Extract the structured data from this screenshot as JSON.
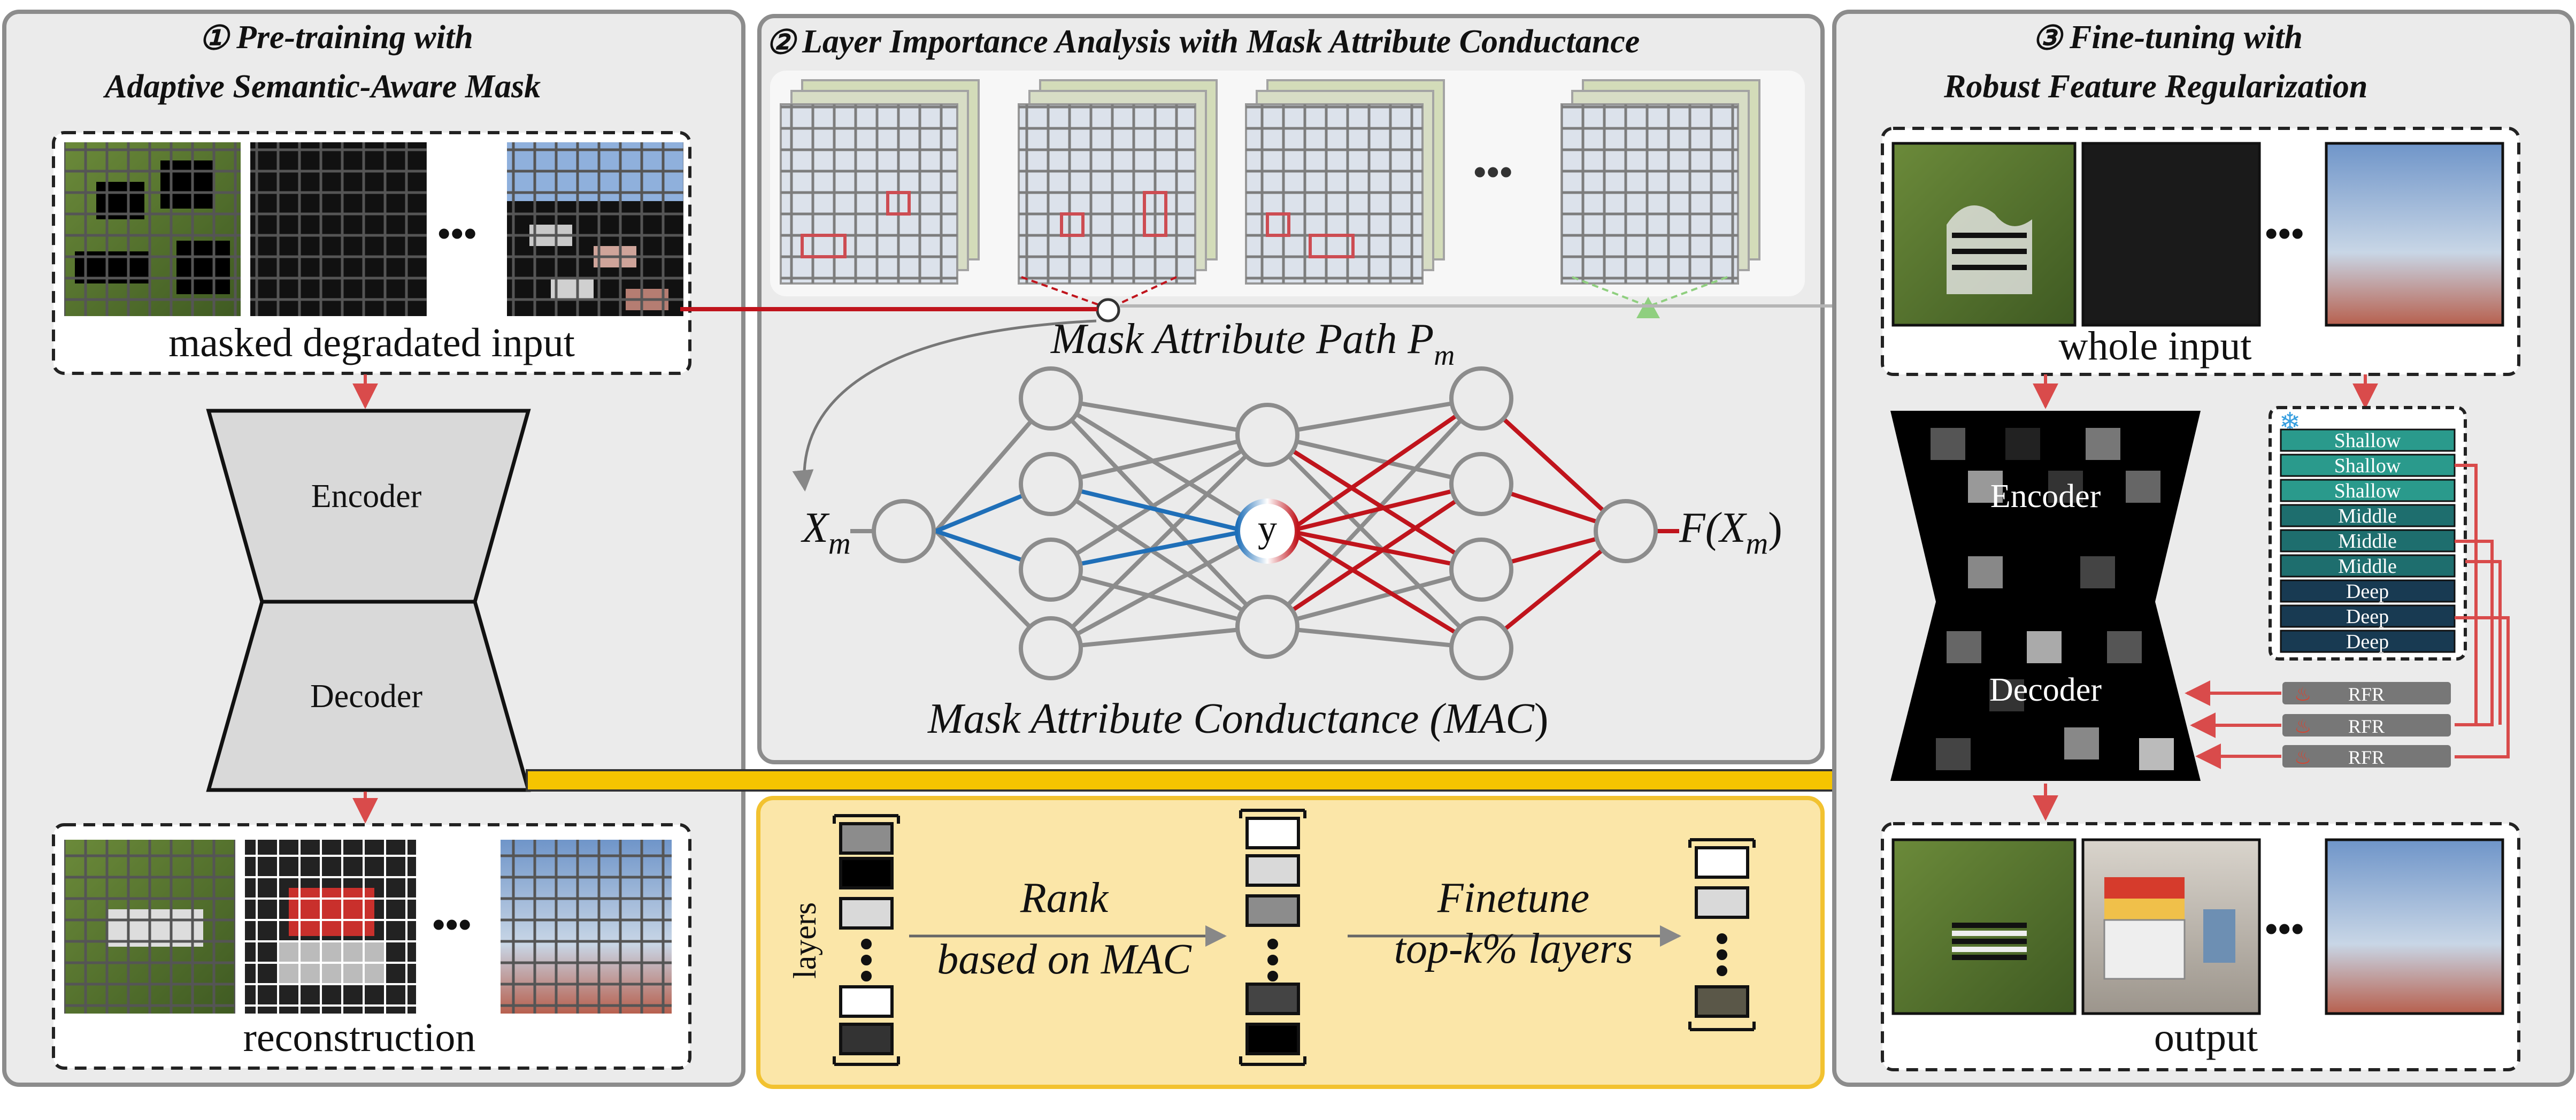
{
  "panel1": {
    "num": "①",
    "title1": "Pre-training with",
    "title2": "Adaptive Semantic-Aware Mask",
    "input_label": "masked degradated input",
    "encoder": "Encoder",
    "decoder": "Decoder",
    "recon_label": "reconstruction",
    "ellipsis": "•••"
  },
  "panel2": {
    "num": "②",
    "title": "Layer Importance Analysis with Mask Attribute Conductance",
    "path_label": "Mask Attribute Path P",
    "path_sub": "m",
    "x_label": "X",
    "x_sub": "m",
    "y_label": "y",
    "f_label": "F(X",
    "f_sub": "m",
    "f_close": ")",
    "mac_label": "Mask Attribute Conductance (",
    "mac_abbr": "MAC",
    "mac_close": ")",
    "ellipsis": "•••"
  },
  "panel3": {
    "num": "③",
    "title1": "Fine-tuning with",
    "title2": "Robust Feature Regularization",
    "input_label": "whole input",
    "encoder": "Encoder",
    "decoder": "Decoder",
    "output_label": "output",
    "layers": [
      "Shallow",
      "Shallow",
      "Shallow",
      "Middle",
      "Middle",
      "Middle",
      "Deep",
      "Deep",
      "Deep"
    ],
    "rfr": [
      "RFR",
      "RFR",
      "RFR"
    ],
    "ellipsis": "•••"
  },
  "panel4": {
    "layers_label": "layers",
    "rank1": "Rank",
    "rank2": "based on MAC",
    "fine1": "Finetune",
    "fine2": "top-k% layers"
  },
  "colors": {
    "red": "#c0141c",
    "blue": "#1f6fb8",
    "gold": "#f5c400",
    "panel_yellow": "#fbe6a8",
    "teal": "#2a9a8c",
    "navy": "#183a52"
  }
}
